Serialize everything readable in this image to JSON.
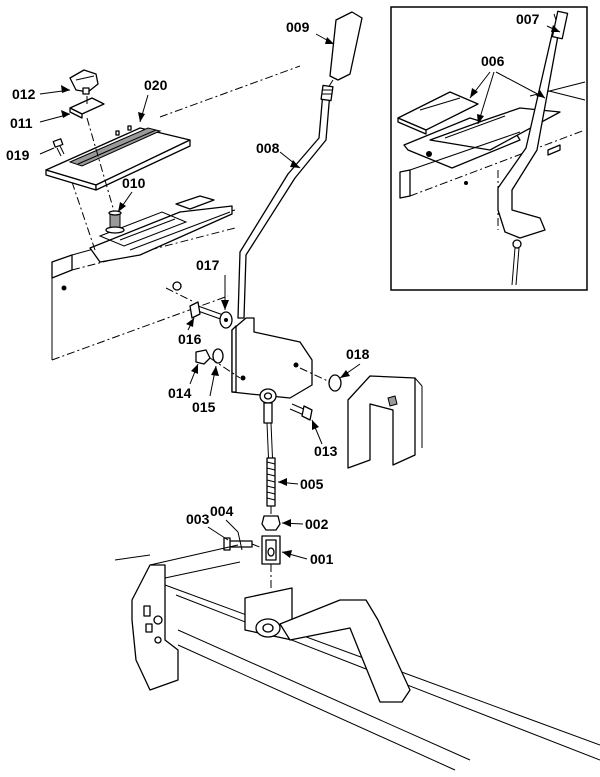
{
  "diagram": {
    "inset_label": "inset-view",
    "callouts": [
      {
        "id": "c001",
        "text": "001"
      },
      {
        "id": "c002",
        "text": "002"
      },
      {
        "id": "c003",
        "text": "003"
      },
      {
        "id": "c004",
        "text": "004"
      },
      {
        "id": "c005",
        "text": "005"
      },
      {
        "id": "c006",
        "text": "006"
      },
      {
        "id": "c007",
        "text": "007"
      },
      {
        "id": "c008",
        "text": "008"
      },
      {
        "id": "c009",
        "text": "009"
      },
      {
        "id": "c010",
        "text": "010"
      },
      {
        "id": "c011",
        "text": "011"
      },
      {
        "id": "c012",
        "text": "012"
      },
      {
        "id": "c013",
        "text": "013"
      },
      {
        "id": "c014",
        "text": "014"
      },
      {
        "id": "c015",
        "text": "015"
      },
      {
        "id": "c016",
        "text": "016"
      },
      {
        "id": "c017",
        "text": "017"
      },
      {
        "id": "c018",
        "text": "018"
      },
      {
        "id": "c019",
        "text": "019"
      },
      {
        "id": "c020",
        "text": "020"
      }
    ]
  }
}
